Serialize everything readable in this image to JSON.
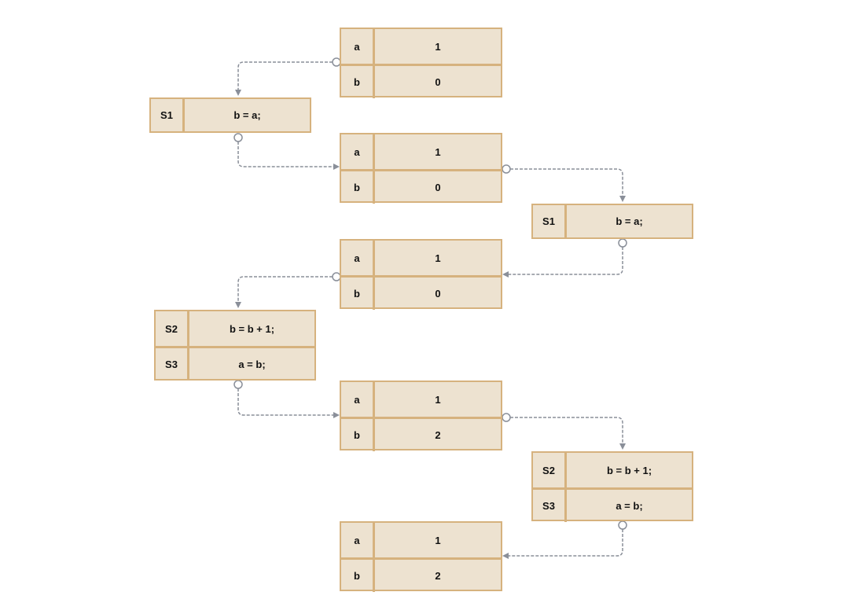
{
  "diagram": {
    "type": "state-transition",
    "colors": {
      "fill": "#ede2d0",
      "border": "#d6b27e",
      "connector": "#8a8f99",
      "text": "#111111"
    },
    "states": [
      {
        "id": "state-1",
        "rows": [
          {
            "key": "a",
            "value": "1"
          },
          {
            "key": "b",
            "value": "0"
          }
        ]
      },
      {
        "id": "state-2",
        "rows": [
          {
            "key": "a",
            "value": "1"
          },
          {
            "key": "b",
            "value": "0"
          }
        ]
      },
      {
        "id": "state-3",
        "rows": [
          {
            "key": "a",
            "value": "1"
          },
          {
            "key": "b",
            "value": "0"
          }
        ]
      },
      {
        "id": "state-4",
        "rows": [
          {
            "key": "a",
            "value": "1"
          },
          {
            "key": "b",
            "value": "2"
          }
        ]
      },
      {
        "id": "state-5",
        "rows": [
          {
            "key": "a",
            "value": "1"
          },
          {
            "key": "b",
            "value": "2"
          }
        ]
      }
    ],
    "statements": [
      {
        "id": "stmt-left-1",
        "rows": [
          {
            "key": "S1",
            "code": "b = a;"
          }
        ]
      },
      {
        "id": "stmt-right-1",
        "rows": [
          {
            "key": "S1",
            "code": "b = a;"
          }
        ]
      },
      {
        "id": "stmt-left-2",
        "rows": [
          {
            "key": "S2",
            "code": "b = b + 1;"
          },
          {
            "key": "S3",
            "code": "a = b;"
          }
        ]
      },
      {
        "id": "stmt-right-2",
        "rows": [
          {
            "key": "S2",
            "code": "b = b + 1;"
          },
          {
            "key": "S3",
            "code": "a = b;"
          }
        ]
      }
    ]
  }
}
